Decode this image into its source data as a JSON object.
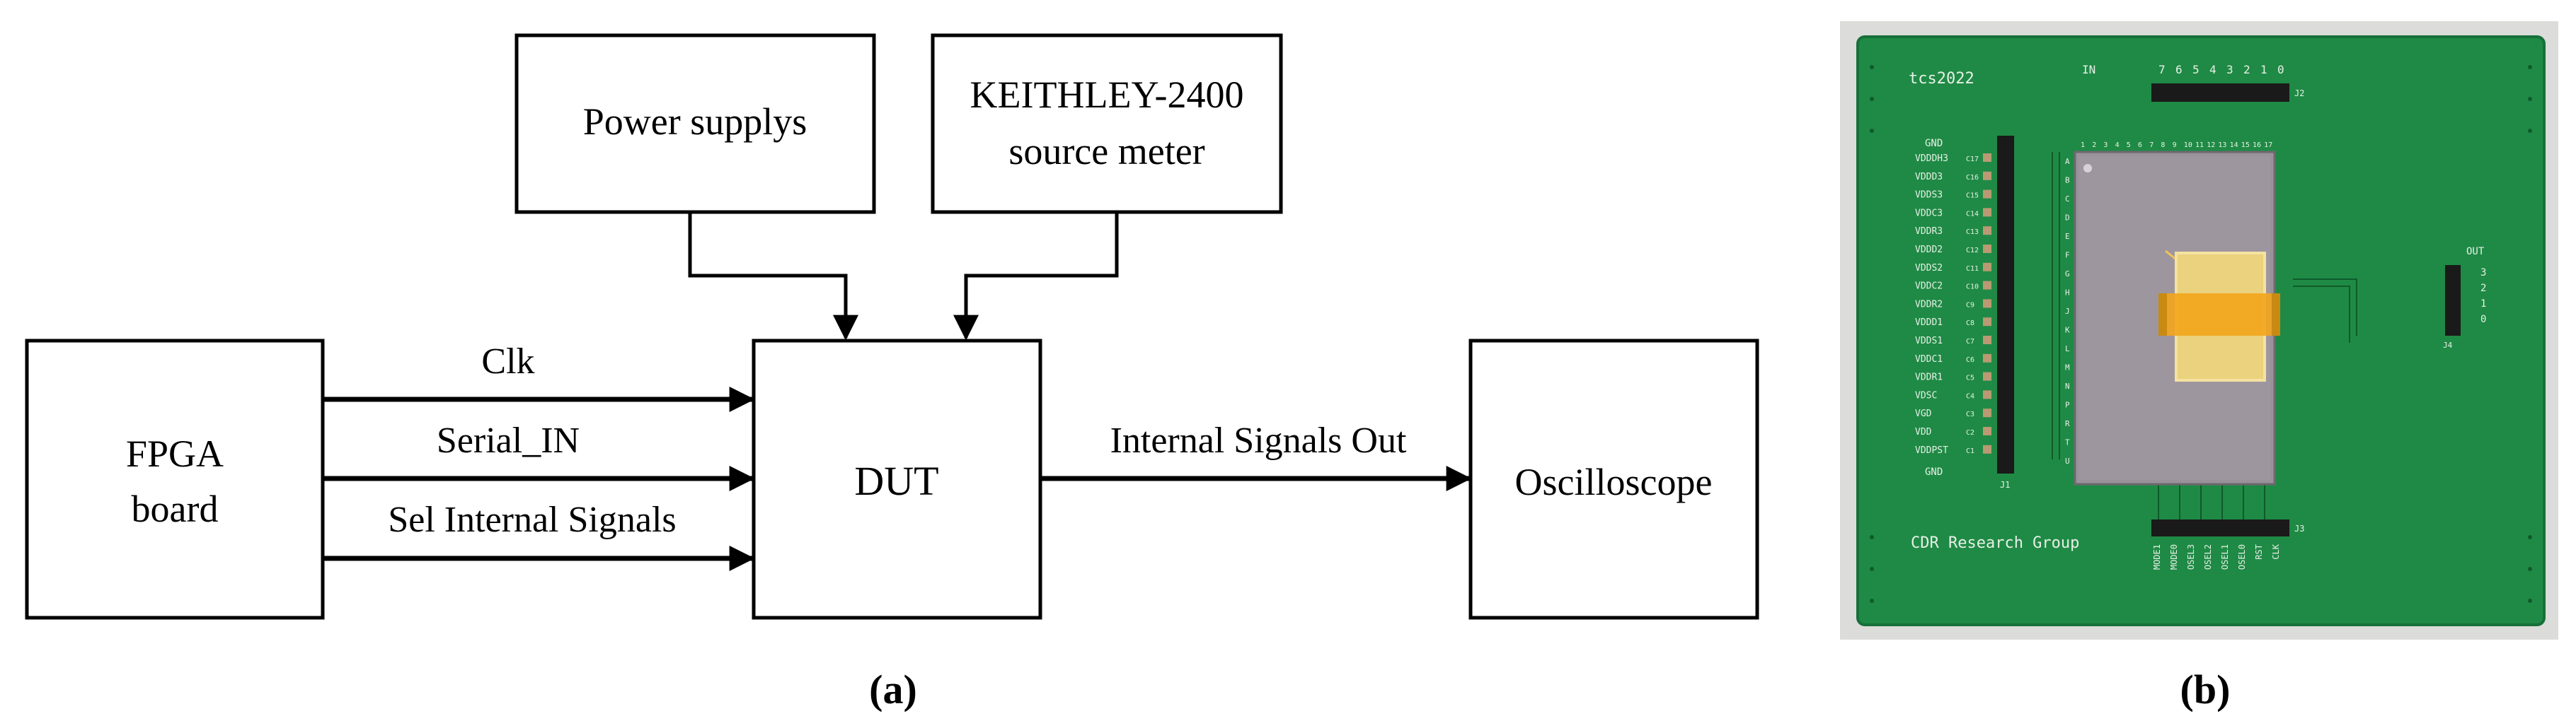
{
  "panel_a": {
    "caption": "(a)",
    "blocks": {
      "power": "Power supplys",
      "keithley_line1": "KEITHLEY-2400",
      "keithley_line2": "source meter",
      "fpga_line1": "FPGA",
      "fpga_line2": "board",
      "dut": "DUT",
      "scope": "Oscilloscope"
    },
    "signals": {
      "clk": "Clk",
      "serial_in": "Serial_IN",
      "sel_internal": "Sel Internal Signals",
      "out": "Internal Signals Out"
    }
  },
  "panel_b": {
    "caption": "(b)",
    "board_name": "tcs2022",
    "group_label": "CDR Research Group",
    "in_header": {
      "label": "IN",
      "pins": [
        "7",
        "6",
        "5",
        "4",
        "3",
        "2",
        "1",
        "0"
      ],
      "designator": "J2"
    },
    "out_header": {
      "label": "OUT",
      "pins": [
        "3",
        "2",
        "1",
        "0"
      ],
      "designator": "J4"
    },
    "left_header": {
      "designator": "J1",
      "top_label": "GND",
      "bottom_label": "GND",
      "rows": [
        {
          "net": "VDDDH3",
          "ref": "C17"
        },
        {
          "net": "VDDD3",
          "ref": "C16"
        },
        {
          "net": "VDDS3",
          "ref": "C15"
        },
        {
          "net": "VDDC3",
          "ref": "C14"
        },
        {
          "net": "VDDR3",
          "ref": "C13"
        },
        {
          "net": "VDDD2",
          "ref": "C12"
        },
        {
          "net": "VDDS2",
          "ref": "C11"
        },
        {
          "net": "VDDC2",
          "ref": "C10"
        },
        {
          "net": "VDDR2",
          "ref": "C9"
        },
        {
          "net": "VDDD1",
          "ref": "C8"
        },
        {
          "net": "VDDS1",
          "ref": "C7"
        },
        {
          "net": "VDDC1",
          "ref": "C6"
        },
        {
          "net": "VDDR1",
          "ref": "C5"
        },
        {
          "net": "VDSC",
          "ref": "C4"
        },
        {
          "net": "VGD",
          "ref": "C3"
        },
        {
          "net": "VDD",
          "ref": "C2"
        },
        {
          "net": "VDDPST",
          "ref": "C1"
        }
      ]
    },
    "column_numbers": [
      "1",
      "2",
      "3",
      "4",
      "5",
      "6",
      "7",
      "8",
      "9",
      "10",
      "11",
      "12",
      "13",
      "14",
      "15",
      "16",
      "17"
    ],
    "row_letters": [
      "A",
      "B",
      "C",
      "D",
      "E",
      "F",
      "G",
      "H",
      "J",
      "K",
      "L",
      "M",
      "N",
      "P",
      "R",
      "T",
      "U"
    ],
    "bottom_header": {
      "designator": "J3",
      "pins": [
        "MODE1",
        "MODE0",
        "OSEL3",
        "OSEL2",
        "OSEL1",
        "OSEL0",
        "RST",
        "CLK"
      ]
    }
  }
}
